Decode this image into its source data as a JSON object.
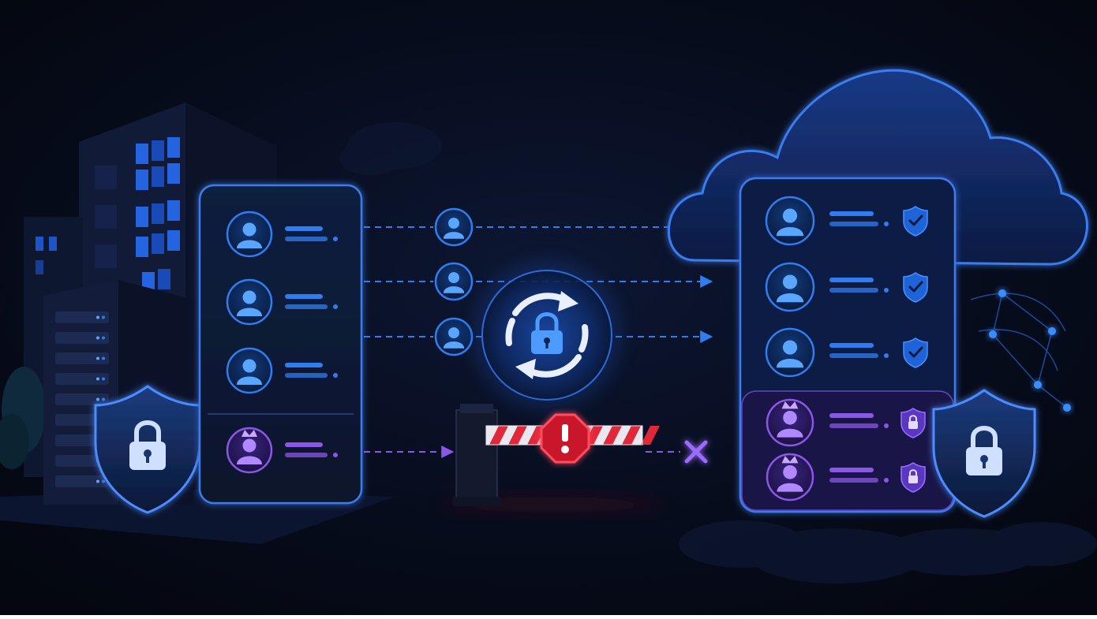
{
  "scene": {
    "colors": {
      "background": "#060a16",
      "blue": "#2f7df0",
      "blue_light": "#5aa6ff",
      "purple": "#8a57e6",
      "purple_light": "#b088ff",
      "danger": "#e0283a",
      "panel": "#0c1630"
    },
    "icons": {
      "sync": "sync-lock-icon",
      "shield": "shield-lock-icon",
      "verified": "shield-check-icon",
      "blocked": "close-icon",
      "warning": "exclamation-icon",
      "admin": "crown-icon",
      "user": "user-icon"
    },
    "source_directory": {
      "users": [
        {
          "kind": "user",
          "flow": "synced"
        },
        {
          "kind": "user",
          "flow": "synced"
        },
        {
          "kind": "user",
          "flow": "synced"
        },
        {
          "kind": "admin",
          "flow": "blocked"
        }
      ]
    },
    "cloud_directory": {
      "synced_users": [
        {
          "kind": "user",
          "status": "verified"
        },
        {
          "kind": "user",
          "status": "verified"
        },
        {
          "kind": "user",
          "status": "verified"
        }
      ],
      "privileged_users": [
        {
          "kind": "admin",
          "status": "locked"
        },
        {
          "kind": "admin",
          "status": "locked"
        }
      ]
    }
  }
}
